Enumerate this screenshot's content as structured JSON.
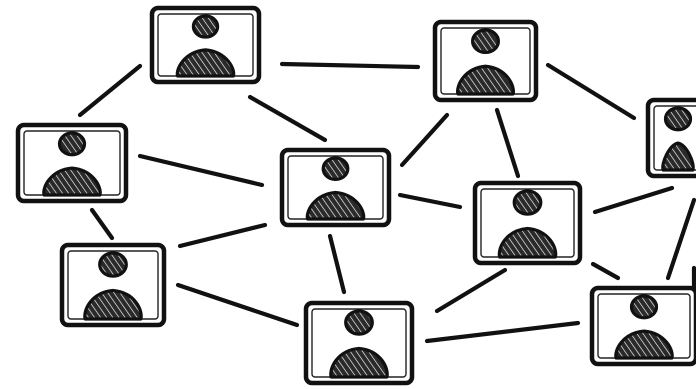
{
  "diagram": {
    "kind": "social network sketch",
    "nodes": [
      {
        "id": "n1",
        "icon": "person-icon"
      },
      {
        "id": "n2",
        "icon": "person-icon"
      },
      {
        "id": "n3",
        "icon": "person-icon"
      },
      {
        "id": "n4",
        "icon": "person-icon"
      },
      {
        "id": "n5",
        "icon": "person-icon"
      },
      {
        "id": "n6",
        "icon": "person-icon"
      },
      {
        "id": "n7",
        "icon": "person-icon"
      },
      {
        "id": "n8",
        "icon": "person-icon"
      },
      {
        "id": "n9",
        "icon": "person-icon"
      },
      {
        "id": "n10",
        "icon": "person-icon"
      }
    ],
    "edges": [
      [
        "n1",
        "n2"
      ],
      [
        "n1",
        "n4"
      ],
      [
        "n1",
        "n5"
      ],
      [
        "n2",
        "n5"
      ],
      [
        "n2",
        "n3"
      ],
      [
        "n2",
        "n6"
      ],
      [
        "n4",
        "n5"
      ],
      [
        "n4",
        "n7"
      ],
      [
        "n5",
        "n7"
      ],
      [
        "n5",
        "n6"
      ],
      [
        "n5",
        "n8"
      ],
      [
        "n7",
        "n8"
      ],
      [
        "n6",
        "n8"
      ],
      [
        "n6",
        "n9"
      ],
      [
        "n6",
        "n10"
      ],
      [
        "n8",
        "n9"
      ],
      [
        "n3",
        "n10"
      ],
      [
        "n9",
        "n10"
      ]
    ],
    "colors": {
      "ink": "#111111",
      "paper": "#ffffff"
    }
  }
}
